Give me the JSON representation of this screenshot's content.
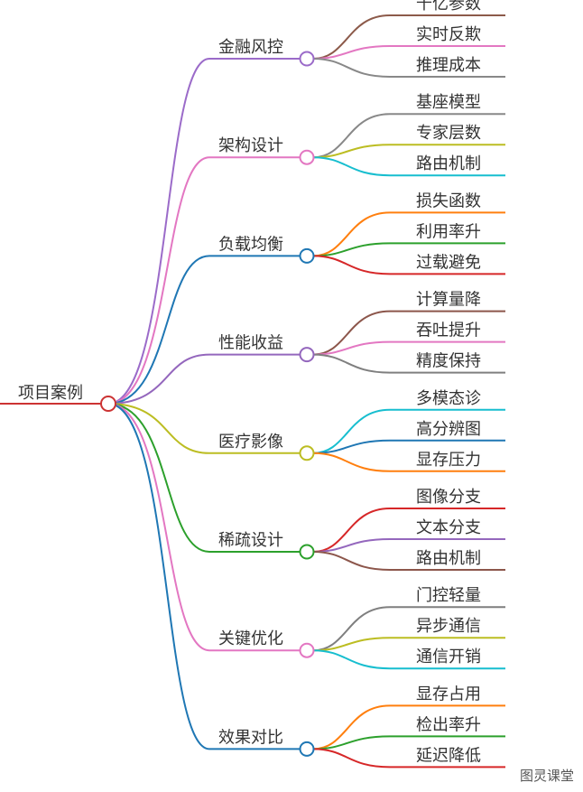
{
  "root": {
    "label": "项目案例",
    "color": "#cc3333"
  },
  "branches": [
    {
      "label": "金融风控",
      "color": "#9b6bc9",
      "children": [
        {
          "label": "千亿参数",
          "color": "#8c5a4a"
        },
        {
          "label": "实时反欺",
          "color": "#e377c2"
        },
        {
          "label": "推理成本",
          "color": "#888888"
        }
      ]
    },
    {
      "label": "架构设计",
      "color": "#e377c2",
      "children": [
        {
          "label": "基座模型",
          "color": "#888888"
        },
        {
          "label": "专家层数",
          "color": "#bcbd22"
        },
        {
          "label": "路由机制",
          "color": "#17becf"
        }
      ]
    },
    {
      "label": "负载均衡",
      "color": "#1f77b4",
      "children": [
        {
          "label": "损失函数",
          "color": "#ff7f0e"
        },
        {
          "label": "利用率升",
          "color": "#2ca02c"
        },
        {
          "label": "过载避免",
          "color": "#d62728"
        }
      ]
    },
    {
      "label": "性能收益",
      "color": "#9467bd",
      "children": [
        {
          "label": "计算量降",
          "color": "#8c564b"
        },
        {
          "label": "吞吐提升",
          "color": "#e377c2"
        },
        {
          "label": "精度保持",
          "color": "#7f7f7f"
        }
      ]
    },
    {
      "label": "医疗影像",
      "color": "#bcbd22",
      "children": [
        {
          "label": "多模态诊",
          "color": "#17becf"
        },
        {
          "label": "高分辨图",
          "color": "#1f77b4"
        },
        {
          "label": "显存压力",
          "color": "#ff7f0e"
        }
      ]
    },
    {
      "label": "稀疏设计",
      "color": "#2ca02c",
      "children": [
        {
          "label": "图像分支",
          "color": "#d62728"
        },
        {
          "label": "文本分支",
          "color": "#9467bd"
        },
        {
          "label": "路由机制",
          "color": "#8c564b"
        }
      ]
    },
    {
      "label": "关键优化",
      "color": "#e377c2",
      "children": [
        {
          "label": "门控轻量",
          "color": "#7f7f7f"
        },
        {
          "label": "异步通信",
          "color": "#bcbd22"
        },
        {
          "label": "通信开销",
          "color": "#17becf"
        }
      ]
    },
    {
      "label": "效果对比",
      "color": "#1f77b4",
      "children": [
        {
          "label": "显存占用",
          "color": "#ff7f0e"
        },
        {
          "label": "检出率升",
          "color": "#2ca02c"
        },
        {
          "label": "延迟降低",
          "color": "#d62728"
        }
      ]
    }
  ],
  "watermark": "图灵课堂"
}
